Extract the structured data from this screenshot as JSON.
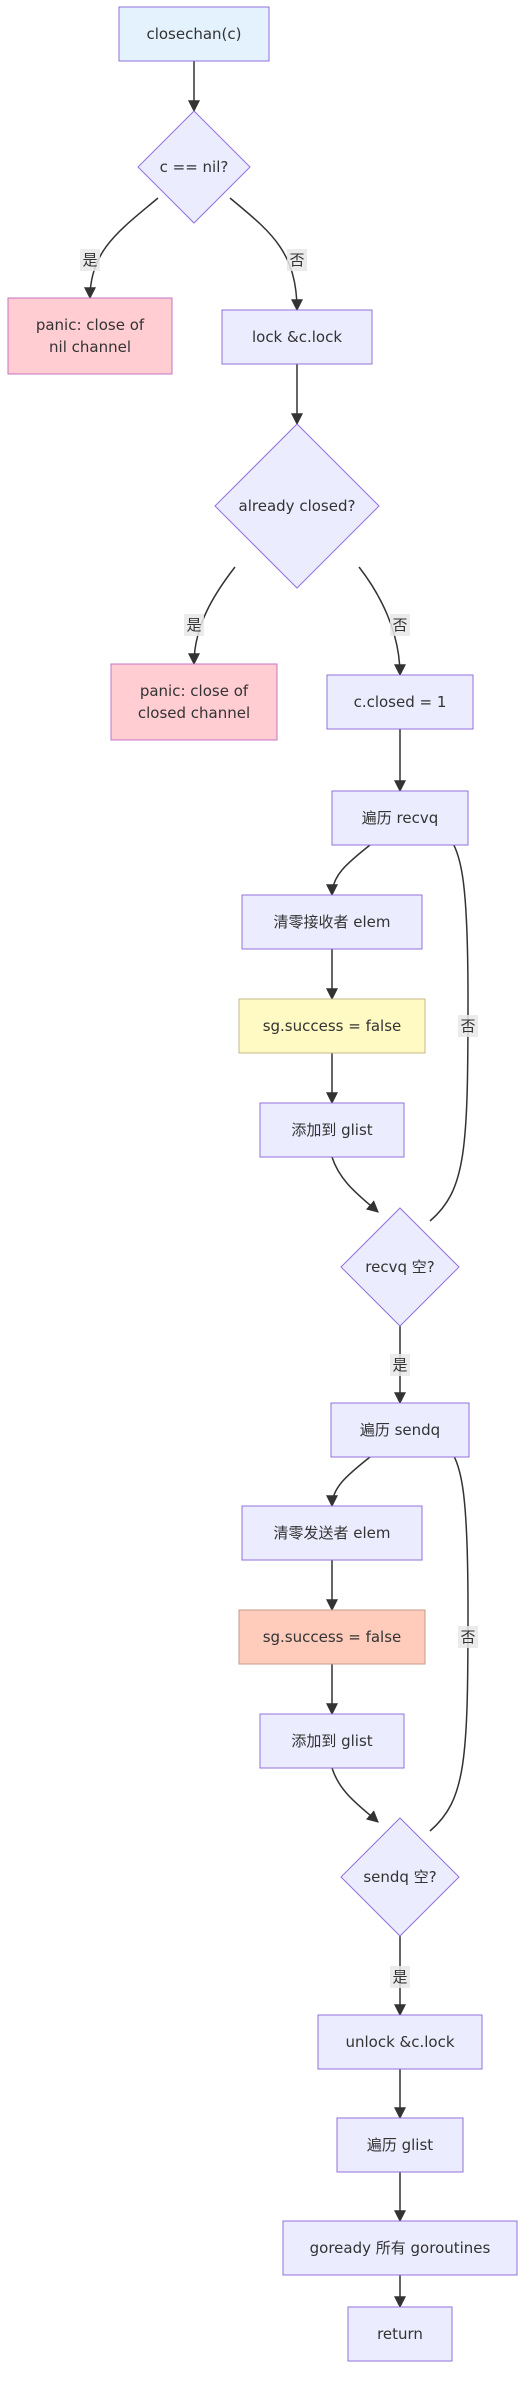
{
  "nodes": {
    "closechan": {
      "label": [
        "closechan(c)"
      ],
      "fill": "#E3F2FD",
      "stroke": "#9370DB"
    },
    "nil_check": {
      "label": [
        "c == nil?"
      ],
      "fill": "#ECECFF",
      "stroke": "#9370DB"
    },
    "panic_nil": {
      "label": [
        "panic: close of",
        "nil channel"
      ],
      "fill": "#FFCDD2",
      "stroke": "#C774C7"
    },
    "lock": {
      "label": [
        "lock &c.lock"
      ],
      "fill": "#ECECFF",
      "stroke": "#9370DB"
    },
    "closed_check": {
      "label": [
        "already closed?"
      ],
      "fill": "#ECECFF",
      "stroke": "#9370DB"
    },
    "panic_closed": {
      "label": [
        "panic: close of",
        "closed channel"
      ],
      "fill": "#FFCDD2",
      "stroke": "#C774C7"
    },
    "set_closed": {
      "label": [
        "c.closed = 1"
      ],
      "fill": "#ECECFF",
      "stroke": "#9370DB"
    },
    "iter_recvq": {
      "label": [
        "遍历 recvq"
      ],
      "fill": "#ECECFF",
      "stroke": "#9370DB"
    },
    "clear_recv": {
      "label": [
        "清零接收者 elem"
      ],
      "fill": "#ECECFF",
      "stroke": "#9370DB"
    },
    "recv_success": {
      "label": [
        "sg.success = false"
      ],
      "fill": "#FFF9C4",
      "stroke": "#C7B98A"
    },
    "add_glist_1": {
      "label": [
        "添加到 glist"
      ],
      "fill": "#ECECFF",
      "stroke": "#9370DB"
    },
    "recvq_empty": {
      "label": [
        "recvq 空?"
      ],
      "fill": "#ECECFF",
      "stroke": "#9370DB"
    },
    "iter_sendq": {
      "label": [
        "遍历 sendq"
      ],
      "fill": "#ECECFF",
      "stroke": "#9370DB"
    },
    "clear_send": {
      "label": [
        "清零发送者 elem"
      ],
      "fill": "#ECECFF",
      "stroke": "#9370DB"
    },
    "send_success": {
      "label": [
        "sg.success = false"
      ],
      "fill": "#FFCCBC",
      "stroke": "#C79A8A"
    },
    "add_glist_2": {
      "label": [
        "添加到 glist"
      ],
      "fill": "#ECECFF",
      "stroke": "#9370DB"
    },
    "sendq_empty": {
      "label": [
        "sendq 空?"
      ],
      "fill": "#ECECFF",
      "stroke": "#9370DB"
    },
    "unlock": {
      "label": [
        "unlock &c.lock"
      ],
      "fill": "#ECECFF",
      "stroke": "#9370DB"
    },
    "iter_glist": {
      "label": [
        "遍历 glist"
      ],
      "fill": "#ECECFF",
      "stroke": "#9370DB"
    },
    "goready": {
      "label": [
        "goready 所有 goroutines"
      ],
      "fill": "#ECECFF",
      "stroke": "#9370DB"
    },
    "return": {
      "label": [
        "return"
      ],
      "fill": "#ECECFF",
      "stroke": "#9370DB"
    }
  },
  "edges": [
    {
      "from": "closechan",
      "to": "nil_check",
      "label": ""
    },
    {
      "from": "nil_check",
      "to": "panic_nil",
      "label": "是"
    },
    {
      "from": "nil_check",
      "to": "lock",
      "label": "否"
    },
    {
      "from": "lock",
      "to": "closed_check",
      "label": ""
    },
    {
      "from": "closed_check",
      "to": "panic_closed",
      "label": "是"
    },
    {
      "from": "closed_check",
      "to": "set_closed",
      "label": "否"
    },
    {
      "from": "set_closed",
      "to": "iter_recvq",
      "label": ""
    },
    {
      "from": "iter_recvq",
      "to": "clear_recv",
      "label": ""
    },
    {
      "from": "clear_recv",
      "to": "recv_success",
      "label": ""
    },
    {
      "from": "recv_success",
      "to": "add_glist_1",
      "label": ""
    },
    {
      "from": "add_glist_1",
      "to": "recvq_empty",
      "label": ""
    },
    {
      "from": "recvq_empty",
      "to": "iter_recvq",
      "label": "否"
    },
    {
      "from": "recvq_empty",
      "to": "iter_sendq",
      "label": "是"
    },
    {
      "from": "iter_sendq",
      "to": "clear_send",
      "label": ""
    },
    {
      "from": "clear_send",
      "to": "send_success",
      "label": ""
    },
    {
      "from": "send_success",
      "to": "add_glist_2",
      "label": ""
    },
    {
      "from": "add_glist_2",
      "to": "sendq_empty",
      "label": ""
    },
    {
      "from": "sendq_empty",
      "to": "iter_sendq",
      "label": "否"
    },
    {
      "from": "sendq_empty",
      "to": "unlock",
      "label": "是"
    },
    {
      "from": "unlock",
      "to": "iter_glist",
      "label": ""
    },
    {
      "from": "iter_glist",
      "to": "goready",
      "label": ""
    },
    {
      "from": "goready",
      "to": "return",
      "label": ""
    }
  ]
}
